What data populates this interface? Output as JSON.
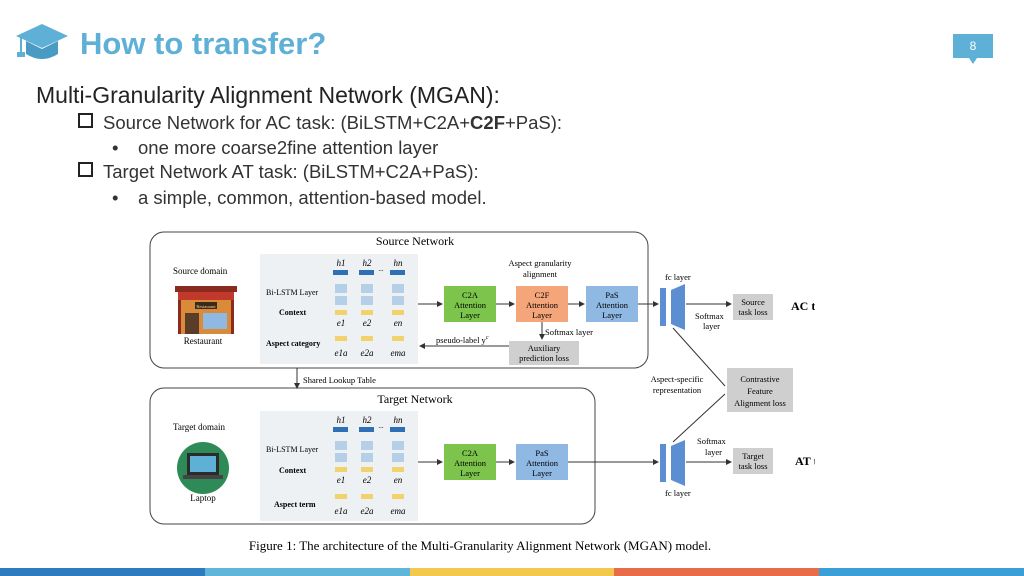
{
  "slide": {
    "title": "How to transfer?",
    "page_number": "8",
    "heading": "Multi-Granularity Alignment Network (MGAN):",
    "items": [
      {
        "prefix": "Source Network for AC task: (BiLSTM+C2A+",
        "bold": "C2F",
        "suffix": "+PaS):",
        "sub": "one more coarse2fine attention layer"
      },
      {
        "prefix": "Target Network AT task: (BiLSTM+C2A+PaS):",
        "bold": "",
        "suffix": "",
        "sub": "a simple, common, attention-based model."
      }
    ]
  },
  "figure": {
    "source_network_label": "Source Network",
    "target_network_label": "Target Network",
    "source_domain_label": "Source domain",
    "target_domain_label": "Target domain",
    "restaurant_label": "Restaurant",
    "laptop_label": "Laptop",
    "restaurant_sign": "Restaurant",
    "bilstm_label": "Bi-LSTM  Layer",
    "context_label": "Context",
    "aspect_category_label": "Aspect category",
    "aspect_term_label": "Aspect term",
    "aspect_granularity_label": "Aspect granularity alignment",
    "fc_layer_label": "fc layer",
    "c2a_label": "C2A Attention Layer",
    "c2f_label": "C2F Attention Layer",
    "pas_label": "PaS Attention Layer",
    "softmax_layer_label": "Softmax layer",
    "softmax_label": "Softmax layer",
    "pseudo_label": "pseudo-label y",
    "pseudo_sup": "c",
    "aux_label": "Auxiliary prediction loss",
    "source_loss_label": "Source task loss",
    "target_loss_label": "Target task loss",
    "ac_task_label": "AC task",
    "at_task_label": "AT task",
    "shared_lookup_label": "Shared Lookup Table",
    "aspect_specific_label": "Aspect-specific representation",
    "contrastive_label": "Contrastive Feature Alignment  loss",
    "caption": "Figure 1: The architecture of the Multi-Granularity Alignment Network (MGAN) model.",
    "hidden_labels": [
      "h1",
      "h2",
      "hn"
    ],
    "embed_labels": [
      "e1",
      "e2",
      "en"
    ],
    "aspect_embed_labels": [
      "e1a",
      "e2a",
      "ema"
    ],
    "ellipsis": "...",
    "colors": {
      "c2a": "#7cc44b",
      "c2f": "#f4a57a",
      "pas": "#8fb8e3",
      "loss": "#cfcfcf",
      "stack": "#5b8fd1",
      "hidden": "#2f6fb6",
      "embed": "#f2d36b"
    }
  },
  "bottom_bar_colors": [
    "#2e7bbf",
    "#5fb6d8",
    "#f2c94c",
    "#e86b4a",
    "#3a9fd6"
  ]
}
